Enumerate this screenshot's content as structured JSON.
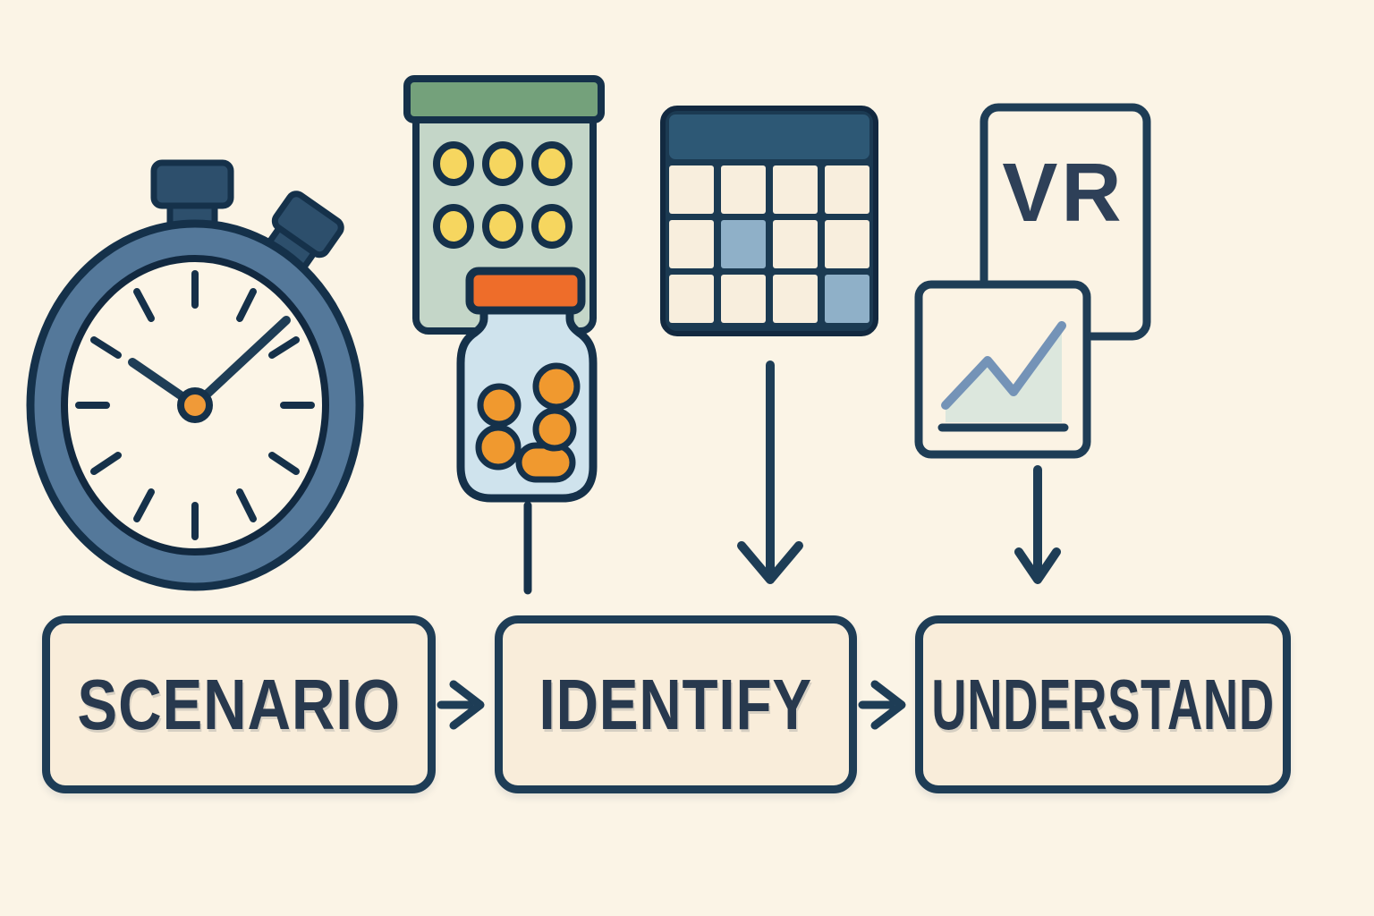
{
  "scene": {
    "kind": "flat illustration flow diagram",
    "background_color": "#fbf4e6"
  },
  "colors": {
    "outline_navy": "#15314a",
    "box_border": "#1e3d56",
    "box_fill": "#f9edda",
    "label_text": "#28394e",
    "stopwatch_ring": "#54789a",
    "stopwatch_button": "#2d4f6c",
    "stopwatch_face": "#fcf5e7",
    "center_pivot_orange": "#f09a38",
    "blister_lid_green": "#74a17b",
    "blister_body_green": "#c4d6c8",
    "pill_yellow": "#f6d65f",
    "jar_cap_orange": "#ee6d2a",
    "jar_glass_blue": "#cfe3ed",
    "jar_pill_orange": "#f0992f",
    "calendar_frame": "#1b3a52",
    "calendar_header_blue": "#2d5875",
    "calendar_cell_cream": "#f8eedd",
    "calendar_highlight_blue": "#8fb0c8",
    "card_cream": "#fbf3e4",
    "chart_line_blue": "#7493b7",
    "chart_area_green": "#dce7dd"
  },
  "icons": {
    "stopwatch": "stopwatch",
    "pill_blister": "pill-blister-pack",
    "pill_jar": "pill-jar",
    "calendar": "calendar-grid-two-highlighted-days",
    "vr_card": "vr-card",
    "line_chart": "rising-line-chart-card"
  },
  "vr_label": "VR",
  "flow": {
    "steps": [
      {
        "label": "SCENARIO"
      },
      {
        "label": "IDENTIFY"
      },
      {
        "label": "UNDERSTAND"
      }
    ]
  }
}
